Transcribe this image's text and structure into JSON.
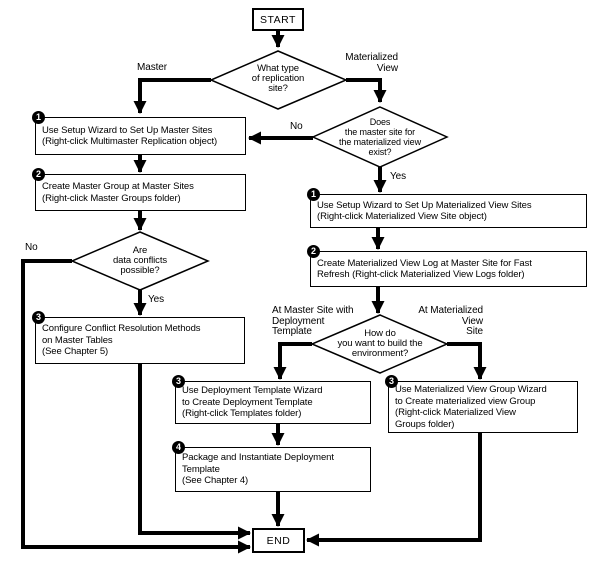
{
  "diagram": {
    "ink_color": "#000000",
    "paper_color": "#ffffff"
  },
  "nodes": {
    "start": {
      "label": "START"
    },
    "end": {
      "label": "END"
    },
    "q_replication_type": {
      "text": "What type\nof replication\nsite?"
    },
    "q_master_exists": {
      "text": "Does\nthe master site for\nthe materialized view\nexist?"
    },
    "q_conflicts": {
      "text": "Are\ndata conflicts\npossible?"
    },
    "q_build_env": {
      "text": "How do\nyou want to build the\nenvironment?"
    },
    "master_setup": {
      "badge": "1",
      "text": "Use Setup Wizard to Set Up Master Sites\n(Right-click Multimaster Replication object)"
    },
    "master_group": {
      "badge": "2",
      "text": "Create Master Group at Master Sites\n(Right-click Master Groups folder)"
    },
    "conflict_resolution": {
      "badge": "3",
      "text": "Configure Conflict Resolution Methods\non Master Tables\n(See Chapter 5)"
    },
    "mv_setup": {
      "badge": "1",
      "text": "Use Setup Wizard to Set Up Materialized View Sites\n(Right-click Materialized View Site object)"
    },
    "mv_log": {
      "badge": "2",
      "text": "Create Materialized View Log at Master Site for Fast\nRefresh (Right-click Materialized View Logs folder)"
    },
    "deployment_template": {
      "badge": "3",
      "text": "Use Deployment Template Wizard\nto Create Deployment Template\n(Right-click Templates folder)"
    },
    "package_instantiate": {
      "badge": "4",
      "text": "Package and Instantiate Deployment\nTemplate\n(See Chapter 4)"
    },
    "mv_group": {
      "badge": "3",
      "text": "Use Materialized View Group Wizard\nto Create materialized view Group\n(Right-click Materialized View\nGroups folder)"
    }
  },
  "edge_labels": {
    "master": "Master",
    "materialized_view": "Materialized\nView",
    "master_exists_no": "No",
    "master_exists_yes": "Yes",
    "conflicts_no": "No",
    "conflicts_yes": "Yes",
    "at_master_site": "At Master Site with\nDeployment\nTemplate",
    "at_mv_site": "At Materialized\nView\nSite"
  }
}
